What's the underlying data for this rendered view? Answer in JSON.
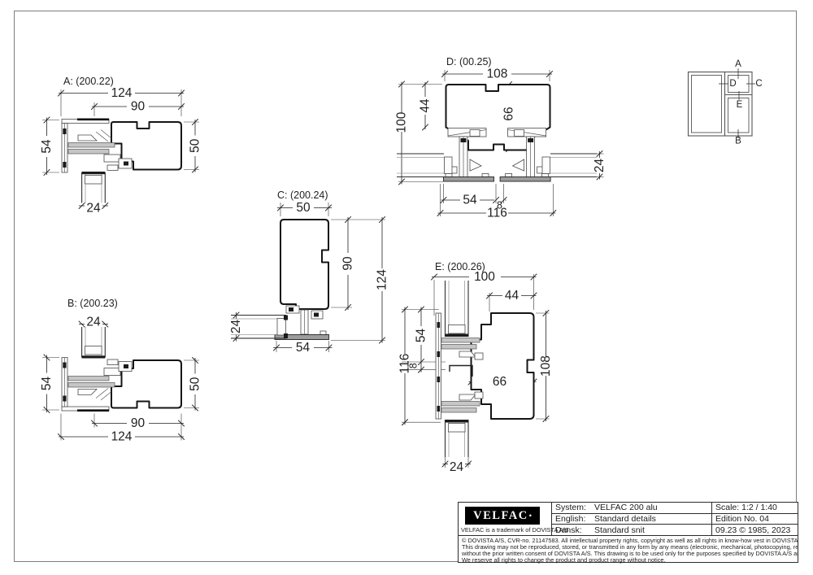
{
  "details": {
    "a": {
      "label": "A: (200.22)",
      "dim_overall": "124",
      "dim_sash": "90",
      "dim_frame": "54",
      "dim_sash_depth": "50",
      "dim_glass": "24"
    },
    "b": {
      "label": "B: (200.23)",
      "dim_overall": "124",
      "dim_sash": "90",
      "dim_frame": "54",
      "dim_sash_depth": "50",
      "dim_glass": "24"
    },
    "c": {
      "label": "C: (200.24)",
      "dim_sash_width": "50",
      "dim_glass": "24",
      "dim_sash": "90",
      "dim_overall": "124",
      "dim_frame": "54"
    },
    "d": {
      "label": "D: (00.25)",
      "dim_mullion": "108",
      "dim_side": "44",
      "dim_height": "100",
      "dim_center": "66",
      "dim_glass": "24",
      "dim_track": "54",
      "dim_gap": "8",
      "dim_overall": "116"
    },
    "e": {
      "label": "E: (200.26)",
      "dim_overall": "100",
      "dim_sash_width": "44",
      "dim_frame": "54",
      "dim_gap": "8",
      "dim_height": "116",
      "dim_center": "66",
      "dim_sash": "108",
      "dim_glass": "24"
    }
  },
  "key_plan": {
    "a": "A",
    "b": "B",
    "c": "C",
    "d": "D",
    "e": "E"
  },
  "title_block": {
    "logo_text": "VELFAC",
    "logo_mark": "•",
    "trademark": "VELFAC is a trademark of DOVISTA A/S",
    "rows": [
      {
        "label": "System:",
        "value": "VELFAC 200 alu"
      },
      {
        "label": "English:",
        "value": "Standard details"
      },
      {
        "label": "Dansk:",
        "value": "Standard snit"
      }
    ],
    "scale": "Scale: 1:2 / 1:40",
    "edition": "Edition No. 04",
    "date": "09.23 © 1985, 2023",
    "copyright_lines": [
      "© DOVISTA A/S, CVR-no. 21147583. All intellectual property rights, copyright as well as all rights in know-how vest in DOVISTA A/S.",
      "This drawing may not be reproduced, stored, or transmitted in any form by any means (electronic, mechanical, photocopying, recording or otherwise)",
      "without the prior written consent of DOVISTA A/S. This drawing is to be used only for the purposes specified by DOVISTA A/S and for no other purpose.",
      "We reserve all rights to change the product and product range without notice."
    ]
  }
}
